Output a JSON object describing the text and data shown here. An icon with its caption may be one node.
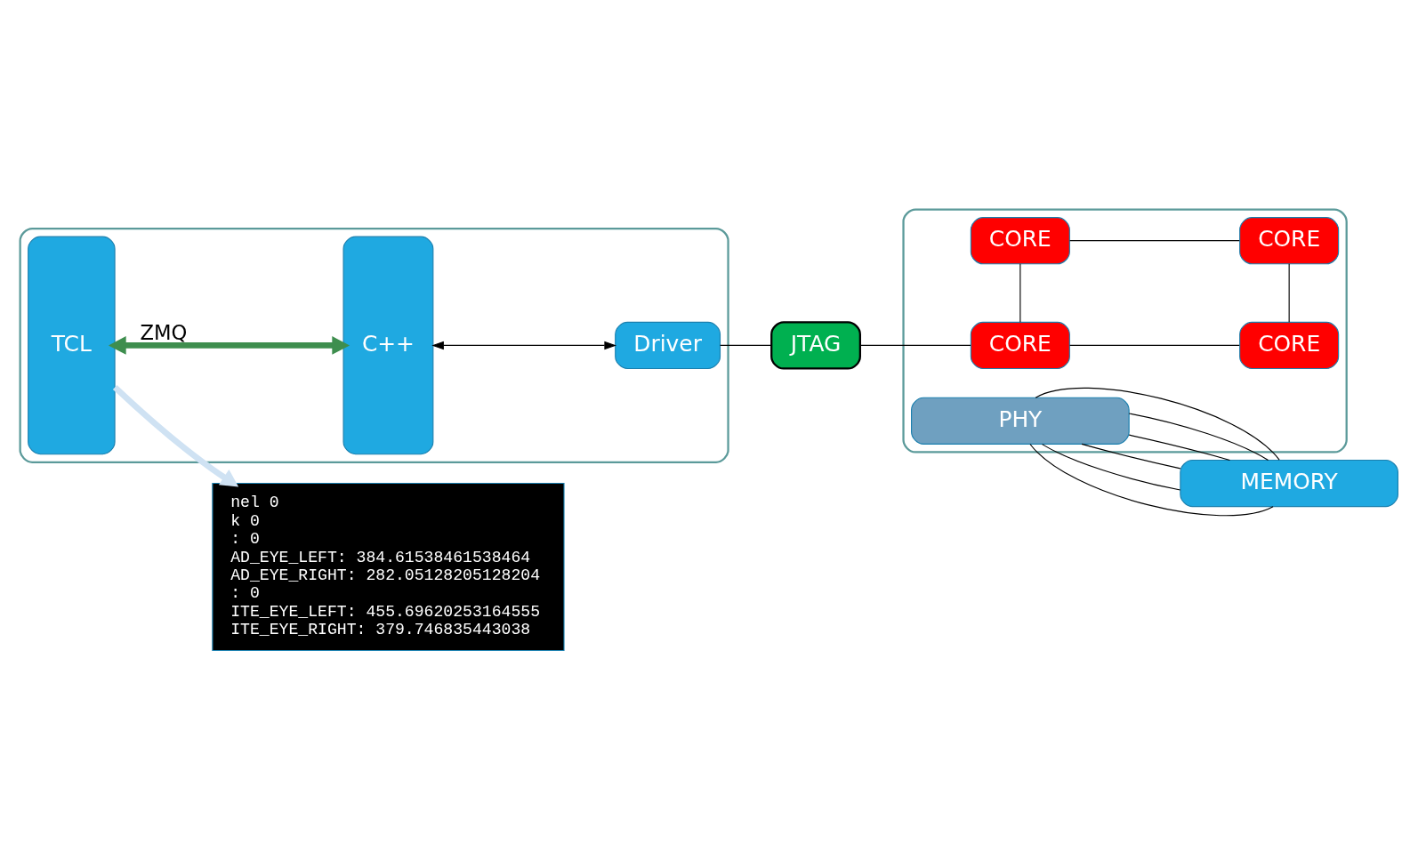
{
  "diagram": {
    "nodes": [
      {
        "text": [],
        "shape": "box"
      },
      {
        "text": [
          "TCL"
        ],
        "in": 0
      },
      {
        "text": [
          "C++"
        ],
        "in": 0
      },
      {
        "text": [
          "Driver"
        ],
        "in": 0
      },
      {
        "text": [
          "JTAG"
        ]
      },
      {
        "text": [],
        "shape": "box"
      },
      {
        "text": [
          "CORE"
        ],
        "in": 5
      },
      {
        "text": [
          "CORE"
        ],
        "in": 5
      },
      {
        "text": [
          "CORE"
        ],
        "in": 5
      },
      {
        "text": [
          "CORE"
        ],
        "in": 5
      },
      {
        "text": [
          "PHY"
        ],
        "in": 5
      },
      {
        "text": [
          "MEMORY"
        ]
      },
      {
        "text": [
          "nel 0",
          "k 0",
          ": 0",
          "AD_EYE_LEFT: 384.61538461538464",
          "AD_EYE_RIGHT: 282.05128205128204",
          ": 0",
          "ITE_EYE_LEFT: 455.69620253164555",
          "ITE_EYE_RIGHT: 379.746835443038"
        ]
      }
    ],
    "edges": [
      {
        "from": 1,
        "to": 2,
        "arrow": "both",
        "label": "ZMQ",
        "style": "thick",
        "color": "#3e8e4e"
      },
      {
        "from": 2,
        "to": 3,
        "arrow": "both"
      },
      {
        "from": 3,
        "to": 4,
        "arrow": "none"
      },
      {
        "from": 4,
        "to": 6,
        "arrow": "none"
      },
      {
        "from": 6,
        "to": 7,
        "arrow": "none"
      },
      {
        "from": 6,
        "to": 8,
        "arrow": "none"
      },
      {
        "from": 7,
        "to": 9,
        "arrow": "none"
      },
      {
        "from": 8,
        "to": 9,
        "arrow": "none"
      },
      {
        "from": 10,
        "to": 11,
        "arrow": "none"
      },
      {
        "from": 10,
        "to": 11,
        "arrow": "none"
      },
      {
        "from": 10,
        "to": 11,
        "arrow": "none"
      },
      {
        "from": 10,
        "to": 11,
        "arrow": "none"
      },
      {
        "from": 10,
        "to": 11,
        "arrow": "none"
      },
      {
        "from": 10,
        "to": 11,
        "arrow": "none"
      },
      {
        "from": 1,
        "to": 12,
        "arrow": "to",
        "style": "thick",
        "color": "#cfe2f3"
      }
    ]
  }
}
